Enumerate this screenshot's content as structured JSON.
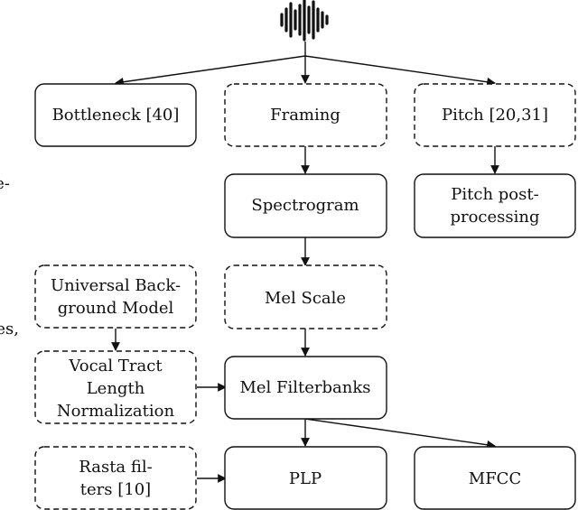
{
  "diagram": {
    "fragments": {
      "left_top": "e-",
      "left_mid": "es,"
    },
    "nodes": {
      "bottleneck": [
        "Bottleneck [40]"
      ],
      "framing": [
        "Framing"
      ],
      "pitch": [
        "Pitch [20,31]"
      ],
      "spectrogram": [
        "Spectrogram"
      ],
      "pitch_post": [
        "Pitch post-",
        "processing"
      ],
      "ubm": [
        "Universal Back-",
        "ground Model"
      ],
      "mel_scale": [
        "Mel Scale"
      ],
      "vtln": [
        "Vocal Tract",
        "Length",
        "Normalization"
      ],
      "mel_filterbanks": [
        "Mel Filterbanks"
      ],
      "rasta": [
        "Rasta fil-",
        "ters [10]"
      ],
      "plp": [
        "PLP"
      ],
      "mfcc": [
        "MFCC"
      ]
    }
  }
}
